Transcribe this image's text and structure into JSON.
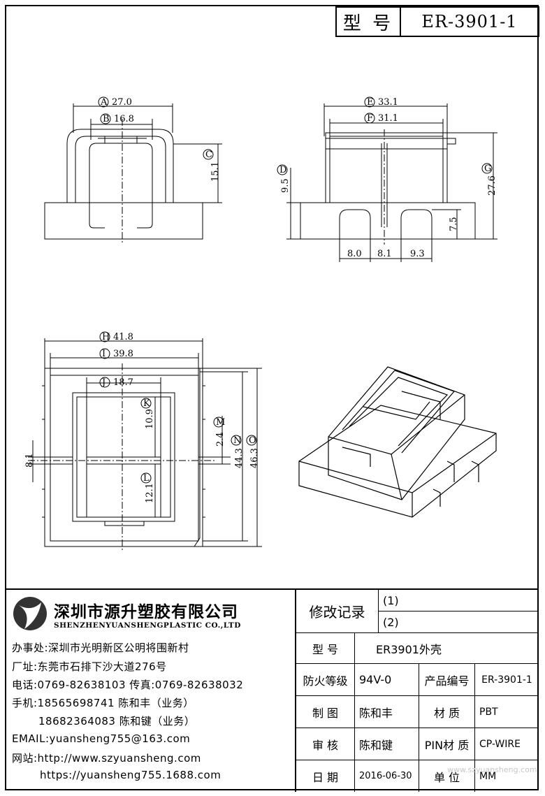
{
  "header": {
    "model_label": "型 号",
    "model_value": "ER-3901-1"
  },
  "dimensions": {
    "A": "27.0",
    "B": "16.8",
    "C": "15.1",
    "D": "9.5",
    "E": "33.1",
    "F": "31.1",
    "G": "27.6",
    "H": "41.8",
    "I": "39.8",
    "J": "18.7",
    "K": "10.9",
    "L": "12.1",
    "M": "2.4",
    "N": "44.3",
    "O": "46.3",
    "h75": "7.5",
    "w80": "8.0",
    "w81": "8.1",
    "w93": "9.3",
    "v81": "8.1"
  },
  "dim_letters": {
    "A": "A",
    "B": "B",
    "C": "C",
    "D": "D",
    "E": "E",
    "F": "F",
    "G": "G",
    "H": "H",
    "I": "I",
    "J": "J",
    "K": "K",
    "L": "L",
    "M": "M",
    "N": "N",
    "O": "O"
  },
  "company": {
    "name_cn": "深圳市源升塑胶有限公司",
    "name_en": "SHENZHENYUANSHENGPLASTIC CO.,LTD",
    "office": "办事处:深圳市光明新区公明将围新村",
    "factory": "厂址:东莞市石排下沙大道276号",
    "phone": "电话:0769-82638103 传真:0769-82638032",
    "mobile1": "手机:18565698741 陈和丰（业务）",
    "mobile2": "18682364083 陈和键（业务）",
    "email": "EMAIL:yuansheng755@163.com",
    "website": "网站:http://www.szyuansheng.com",
    "website2": "https://yuansheng755.1688.com"
  },
  "info_table": {
    "revision_label": "修改记录",
    "revision_1": "(1)",
    "revision_2": "(2)",
    "model_label": "型 号",
    "model_value": "ER3901外壳",
    "fire_label": "防火等级",
    "fire_value": "94V-0",
    "product_no_label": "产品编号",
    "product_no_value": "ER-3901-1",
    "drawn_label": "制 图",
    "drawn_value": "陈和丰",
    "material_label": "材 质",
    "material_value": "PBT",
    "review_label": "审 核",
    "review_value": "陈和键",
    "pin_label": "PIN材 质",
    "pin_value": "CP-WIRE",
    "date_label": "日 期",
    "date_value": "2016-06-30",
    "unit_label": "单 位",
    "unit_value": "MM"
  },
  "watermark": "www.szyuansheng.com"
}
